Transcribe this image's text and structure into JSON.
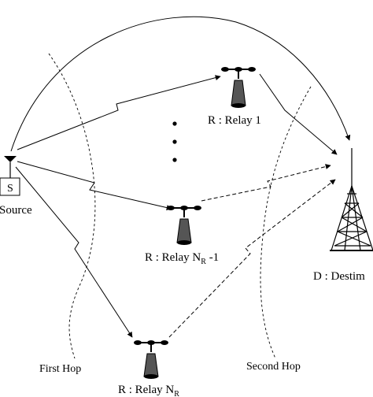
{
  "source": {
    "label": "Source",
    "box_letter": "S"
  },
  "relays": [
    {
      "prefix": "R : Relay ",
      "name": "1",
      "sub": ""
    },
    {
      "prefix": "R : Relay ",
      "name": "N",
      "sub": "R",
      "suffix": " -1"
    },
    {
      "prefix": "R : Relay ",
      "name": "N",
      "sub": "R",
      "suffix": ""
    }
  ],
  "destination": {
    "label": "D :  Destim"
  },
  "hops": {
    "first": "First Hop",
    "second": "Second Hop"
  },
  "colors": {
    "stroke": "#000000",
    "background": "#ffffff"
  }
}
